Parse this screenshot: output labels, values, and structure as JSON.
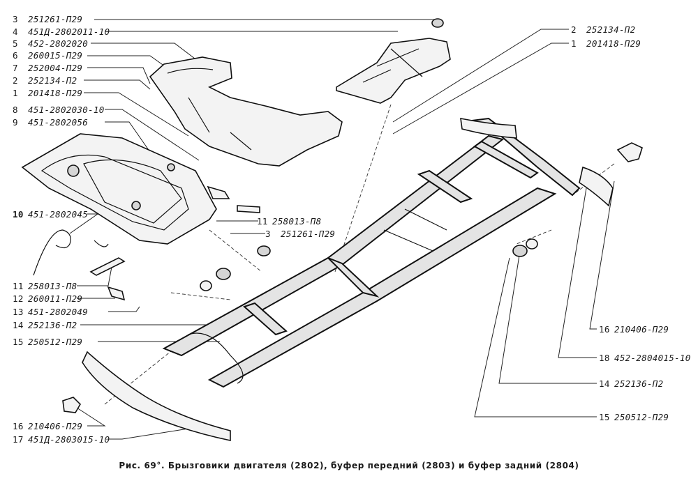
{
  "left_labels": [
    {
      "id": "l3a",
      "num": "3",
      "code": "251261-П29"
    },
    {
      "id": "l4",
      "num": "4",
      "code": "451Д-2802011-10"
    },
    {
      "id": "l5",
      "num": "5",
      "code": "452-2802020"
    },
    {
      "id": "l6",
      "num": "6",
      "code": "260015-П29"
    },
    {
      "id": "l7",
      "num": "7",
      "code": "252004-П29"
    },
    {
      "id": "l2a",
      "num": "2",
      "code": "252134-П2"
    },
    {
      "id": "l1a",
      "num": "1",
      "code": "201418-П29"
    },
    {
      "id": "l8",
      "num": "8",
      "code": "451-2802030-10"
    },
    {
      "id": "l9",
      "num": "9",
      "code": "451-2802056"
    },
    {
      "id": "l10",
      "num": "10",
      "code": "451-2802045"
    },
    {
      "id": "l11b",
      "num": "11",
      "code": "258013-П8"
    },
    {
      "id": "l12",
      "num": "12",
      "code": "260011-П29"
    },
    {
      "id": "l13",
      "num": "13",
      "code": "451-2802049"
    },
    {
      "id": "l14a",
      "num": "14",
      "code": "252136-П2"
    },
    {
      "id": "l15a",
      "num": "15",
      "code": "250512-П29"
    },
    {
      "id": "l16a",
      "num": "16",
      "code": "210406-П29"
    },
    {
      "id": "l17",
      "num": "17",
      "code": "451Д-2803015-10"
    }
  ],
  "mid_labels": [
    {
      "id": "l11a",
      "num": "11",
      "code": "258013-П8"
    },
    {
      "id": "l3b",
      "num": "3",
      "code": "251261-П29"
    }
  ],
  "right_labels": [
    {
      "id": "l2b",
      "num": "2",
      "code": "252134-П2"
    },
    {
      "id": "l1b",
      "num": "1",
      "code": "201418-П29"
    },
    {
      "id": "l16b",
      "num": "16",
      "code": "210406-П29"
    },
    {
      "id": "l18",
      "num": "18",
      "code": "452-2804015-10"
    },
    {
      "id": "l14b",
      "num": "14",
      "code": "252136-П2"
    },
    {
      "id": "l15b",
      "num": "15",
      "code": "250512-П29"
    }
  ],
  "caption": "Рис. 69°. Брызговики двигателя (2802), буфер передний (2803) и буфер задний (2804)"
}
